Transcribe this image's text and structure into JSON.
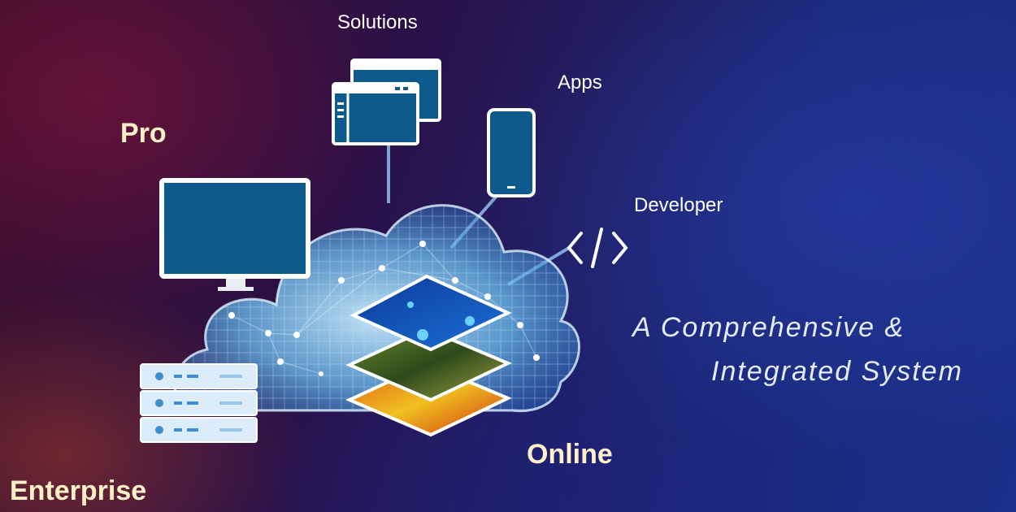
{
  "labels": {
    "solutions": "Solutions",
    "apps": "Apps",
    "pro": "Pro",
    "developer": "Developer",
    "online": "Online",
    "enterprise": "Enterprise"
  },
  "tagline": {
    "line1": "A Comprehensive &",
    "line2": "Integrated System"
  },
  "colors": {
    "accent_label": "#fff0c8",
    "device_blue": "#0d5a8c",
    "cloud": "#8fd0ff"
  },
  "icons": [
    "solutions-windows-icon",
    "mobile-phone-icon",
    "desktop-monitor-icon",
    "code-brackets-icon",
    "server-rack-icon",
    "map-layers-icon",
    "cloud-icon"
  ]
}
